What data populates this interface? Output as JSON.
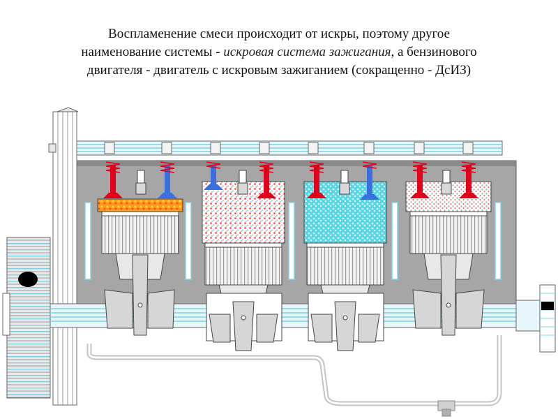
{
  "caption": {
    "line1": "Воспламенение смеси происходит от искры, поэтому другое",
    "line2_part1": "наименование системы - ",
    "line2_emphasis": "искровая система зажигания",
    "line2_part2": ", а бензинового",
    "line3": "двигателя - двигатель с искровым зажиганием (сокращенно - ДсИЗ)"
  },
  "colors": {
    "block": "#a6a6a6",
    "block_dark": "#6e6e6e",
    "coolant_lines": "#7fd3e8",
    "intake_valve": "#e3001b",
    "exhaust_valve": "#3b6fe0",
    "valve_spring": "#e3001b",
    "combustion": "#ff8a00",
    "mixture": "#ff3a3a",
    "exhaust_gas": "#4fd7e6",
    "compression": "#bdbdbd"
  },
  "cylinders": [
    {
      "state": "power-stroke",
      "piston_position": "top"
    },
    {
      "state": "intake-stroke",
      "piston_position": "bottom"
    },
    {
      "state": "exhaust-stroke",
      "piston_position": "bottom"
    },
    {
      "state": "compression-stroke",
      "piston_position": "top"
    }
  ]
}
